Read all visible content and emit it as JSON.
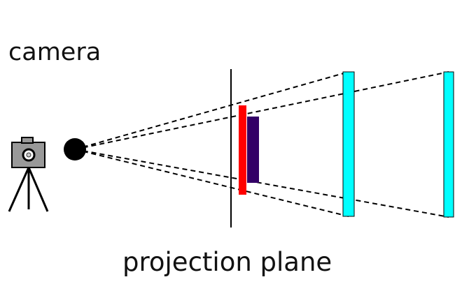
{
  "labels": {
    "camera": "camera",
    "projection_plane": "projection plane"
  },
  "colors": {
    "red_object": "#ff0000",
    "purple_object": "#330066",
    "cyan_objects": "#00ffff",
    "ink": "#000000"
  },
  "icons": {
    "camera": "camera-on-tripod-icon",
    "center_of_projection": "camera-center-dot"
  }
}
